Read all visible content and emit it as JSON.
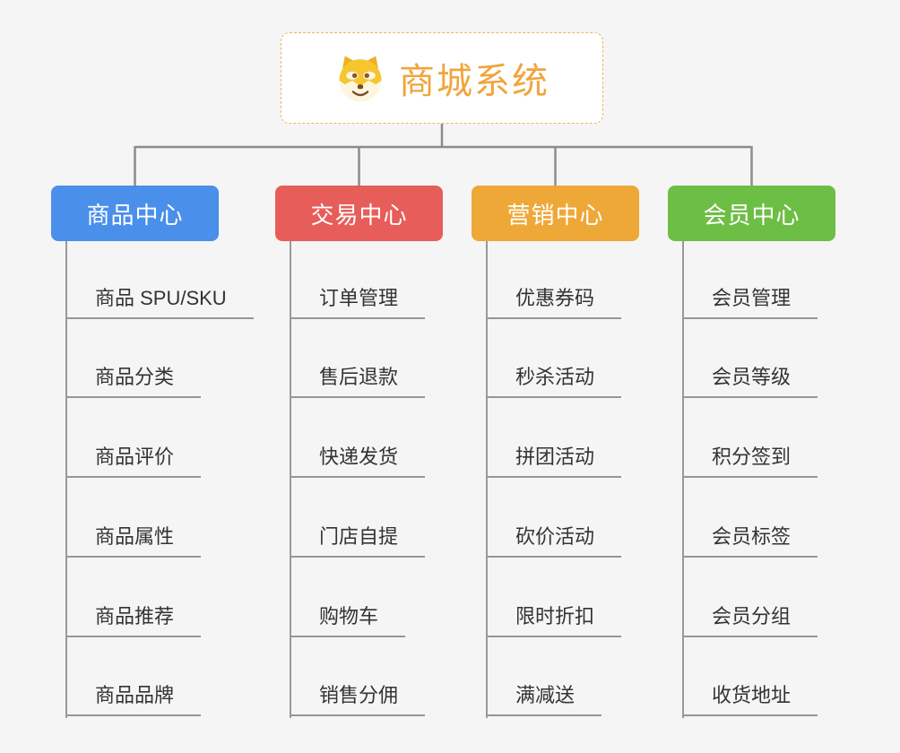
{
  "page": {
    "background_color": "#f5f5f5",
    "connector_color": "#8c8c8c",
    "leaf_line_color": "#969696",
    "leaf_text_color": "#333333"
  },
  "root": {
    "title": "商城系统",
    "icon": "dog-face-icon",
    "text_color": "#f0a53c",
    "border_color": "#f0b35c",
    "background": "#ffffff"
  },
  "branches": [
    {
      "label": "商品中心",
      "color": "#4a8fea",
      "items": [
        "商品 SPU/SKU",
        "商品分类",
        "商品评价",
        "商品属性",
        "商品推荐",
        "商品品牌"
      ]
    },
    {
      "label": "交易中心",
      "color": "#e65d5a",
      "items": [
        "订单管理",
        "售后退款",
        "快递发货",
        "门店自提",
        "购物车",
        "销售分佣"
      ]
    },
    {
      "label": "营销中心",
      "color": "#eea837",
      "items": [
        "优惠券码",
        "秒杀活动",
        "拼团活动",
        "砍价活动",
        "限时折扣",
        "满减送"
      ]
    },
    {
      "label": "会员中心",
      "color": "#6dbe45",
      "items": [
        "会员管理",
        "会员等级",
        "积分签到",
        "会员标签",
        "会员分组",
        "收货地址"
      ]
    }
  ]
}
